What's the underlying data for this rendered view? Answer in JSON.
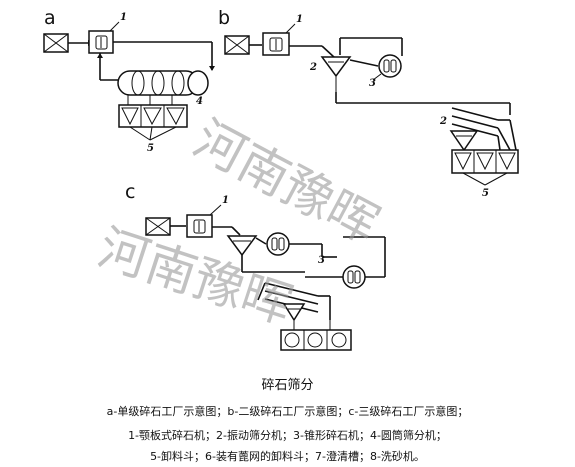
{
  "panels": {
    "a": {
      "letter": "a",
      "labels": [
        "1",
        "4",
        "5"
      ]
    },
    "b": {
      "letter": "b",
      "labels": [
        "1",
        "2",
        "3",
        "2",
        "5"
      ]
    },
    "c": {
      "letter": "c",
      "labels": [
        "1",
        "3"
      ]
    }
  },
  "watermark": {
    "line1": "河南豫晖",
    "line2": "河南豫晖"
  },
  "caption": {
    "title": "碎石筛分",
    "line1": "a-单级碎石工厂示意图；b-二级碎石工厂示意图；c-三级碎石工厂示意图；",
    "line2": "1-颚板式碎石机；2-振动筛分机；3-锥形碎石机；4-圆筒筛分机；",
    "line3": "5-卸料斗；6-装有蓖网的卸料斗；7-澄清槽；8-洗砂机。"
  }
}
